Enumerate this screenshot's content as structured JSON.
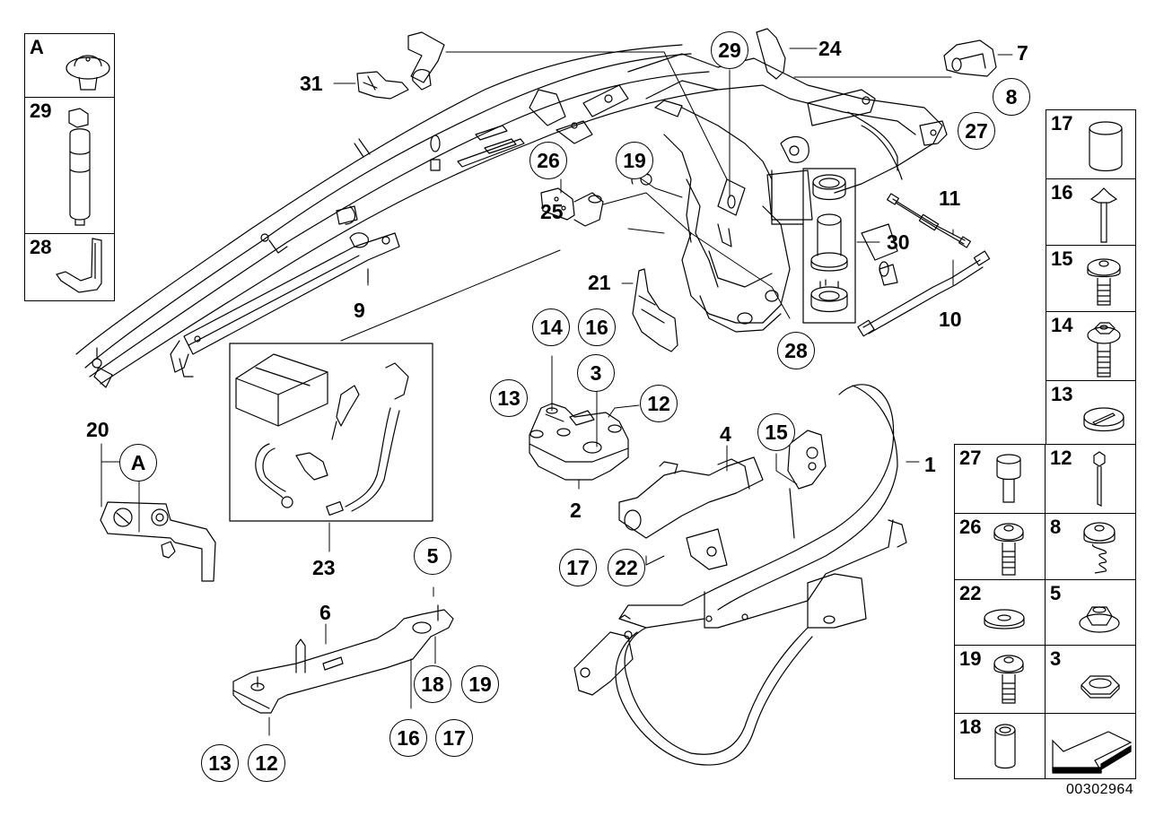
{
  "diagram": {
    "type": "exploded parts diagram",
    "document_number": "00302964",
    "callouts_circled": [
      "29",
      "8",
      "27",
      "26",
      "19",
      "14",
      "16",
      "3",
      "13",
      "12",
      "15",
      "17",
      "22",
      "28",
      "5",
      "18",
      "19",
      "16",
      "17",
      "13",
      "12",
      "A"
    ],
    "callouts_plain": [
      "31",
      "24",
      "7",
      "11",
      "30",
      "10",
      "9",
      "25",
      "21",
      "2",
      "4",
      "1",
      "20",
      "23",
      "6"
    ],
    "labels": {
      "l31": "31",
      "l24": "24",
      "l7": "7",
      "c29": "29",
      "c8": "8",
      "c27": "27",
      "c26": "26",
      "c19": "19",
      "l25": "25",
      "l11": "11",
      "l30": "30",
      "l10": "10",
      "l9": "9",
      "l21": "21",
      "c28": "28",
      "c14": "14",
      "c16": "16",
      "c3": "3",
      "c13": "13",
      "c12": "12",
      "l2": "2",
      "l4": "4",
      "c15": "15",
      "l1": "1",
      "c17": "17",
      "c22": "22",
      "l20": "20",
      "cA": "A",
      "l23": "23",
      "c5": "5",
      "l6": "6",
      "c18b": "18",
      "c19b": "19",
      "c16b": "16",
      "c17b": "17",
      "c13b": "13",
      "c12b": "12"
    },
    "left_legend": [
      {
        "num": "A",
        "icon": "push-clip-icon"
      },
      {
        "num": "29",
        "icon": "gas-strut-icon"
      },
      {
        "num": "28",
        "icon": "bracket-clip-icon"
      }
    ],
    "right_legend_single": [
      {
        "num": "17",
        "icon": "sleeve-icon"
      },
      {
        "num": "16",
        "icon": "wing-screw-icon"
      },
      {
        "num": "15",
        "icon": "flange-screw-icon"
      },
      {
        "num": "14",
        "icon": "hex-flange-screw-icon"
      },
      {
        "num": "13",
        "icon": "cap-icon"
      }
    ],
    "right_legend_double": [
      {
        "num": "27",
        "icon": "stud-bolt-icon"
      },
      {
        "num": "12",
        "icon": "long-bolt-icon"
      },
      {
        "num": "26",
        "icon": "torx-screw-icon"
      },
      {
        "num": "8",
        "icon": "self-tapping-screw-icon"
      },
      {
        "num": "22",
        "icon": "washer-icon"
      },
      {
        "num": "5",
        "icon": "collar-nut-icon"
      },
      {
        "num": "19",
        "icon": "flange-screw-icon"
      },
      {
        "num": "3",
        "icon": "hex-nut-icon"
      },
      {
        "num": "18",
        "icon": "spacer-sleeve-icon"
      },
      {
        "num": "",
        "icon": "direction-arrow-icon"
      }
    ]
  }
}
